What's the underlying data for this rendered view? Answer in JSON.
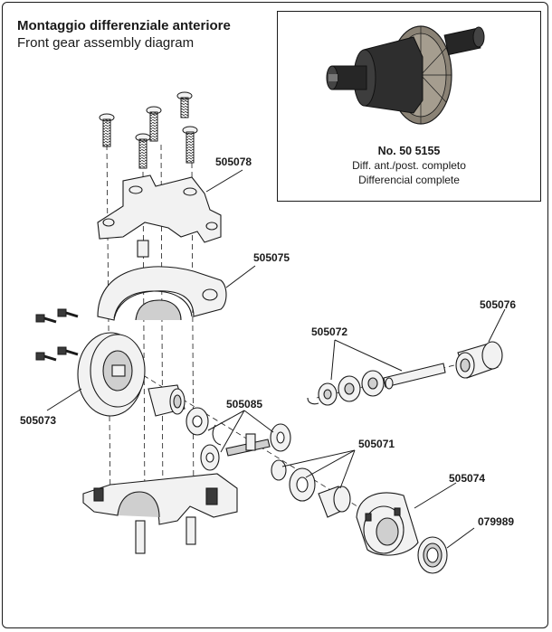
{
  "header": {
    "title": "Montaggio differenziale anteriore",
    "subtitle": "Front gear assembly diagram"
  },
  "inset": {
    "part_number": "No. 50 5155",
    "line1": "Diff. ant./post. completo",
    "line2": "Differencial complete"
  },
  "parts": {
    "p505078": "505078",
    "p505075": "505075",
    "p505076": "505076",
    "p505072": "505072",
    "p505073": "505073",
    "p505085": "505085",
    "p505071": "505071",
    "p505074": "505074",
    "p079989": "079989"
  },
  "colors": {
    "line": "#1a1a1a",
    "part_fill": "#f2f2f2",
    "shade": "#cfcfcf",
    "dark": "#3a3a3a",
    "gear": "#8a8275"
  }
}
